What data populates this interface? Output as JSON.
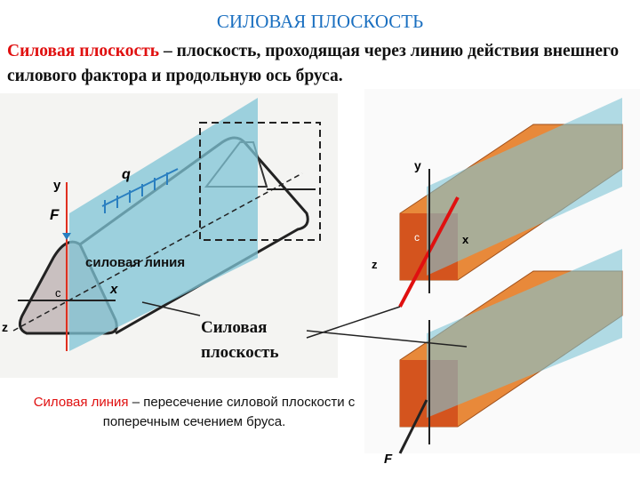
{
  "title": "СИЛОВАЯ  ПЛОСКОСТЬ",
  "definition": {
    "term": "Силовая плоскость",
    "text": " – плоскость, проходящая через линию действия  внешнего силового фактора и продольную ось бруса."
  },
  "diagram_left": {
    "labels": {
      "y": "y",
      "F": "F",
      "q": "q",
      "force_line": "силовая линия",
      "c": "c",
      "x": "x",
      "z": "z"
    }
  },
  "diagram_right": {
    "labels": {
      "y": "y",
      "c": "c",
      "x": "x",
      "z": "z",
      "F": "F"
    }
  },
  "callout": "Силовая плоскость",
  "bottom_definition": {
    "term": "Силовая линия",
    "text": " – пересечение силовой плоскости с поперечным сечением бруса."
  },
  "colors": {
    "title": "#1a6fc0",
    "term": "#e01010",
    "plane": "#7fc4d6",
    "beam": "#e8893a"
  }
}
